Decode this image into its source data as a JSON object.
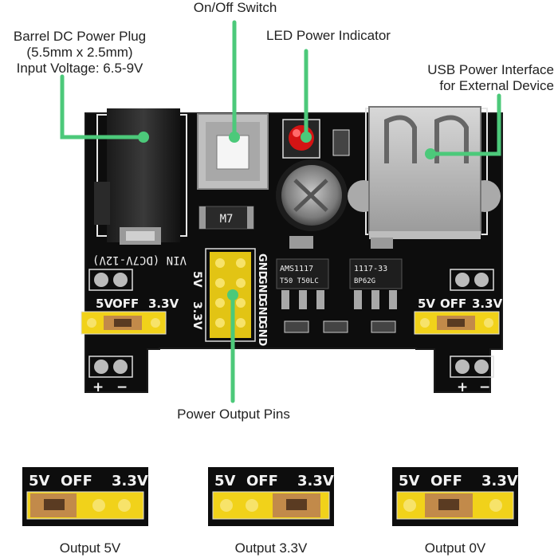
{
  "callouts": {
    "on_off_switch": "On/Off Switch",
    "led_indicator": "LED Power Indicator",
    "barrel_plug": [
      "Barrel DC Power Plug",
      "(5.5mm x 2.5mm)",
      "Input Voltage: 6.5-9V"
    ],
    "usb_interface": [
      "USB Power Interface",
      "for External Device"
    ],
    "power_output_pins": "Power Output Pins"
  },
  "silkscreen": {
    "vin_label": "VIN (DC7V-12V)",
    "gnd": "GND",
    "v5": "5V",
    "v33": "3.3V",
    "off": "OFF",
    "plus": "+",
    "minus": "−",
    "inductor": "M7",
    "regulator_left": [
      "AMS1117",
      "T50 T50LC"
    ],
    "regulator_right": [
      "1117-33",
      "BP62G"
    ]
  },
  "jumper_examples": [
    {
      "caption": "Output 5V",
      "jumper_position": "5V-OFF"
    },
    {
      "caption": "Output 3.3V",
      "jumper_position": "OFF-3.3V"
    },
    {
      "caption": "Output 0V",
      "jumper_position": "OFF"
    }
  ],
  "colors": {
    "callout_line": "#4cc97a",
    "pcb": "#0d0d0d",
    "header_pin": "#f4d91c",
    "jumper": "#c28a4a"
  }
}
